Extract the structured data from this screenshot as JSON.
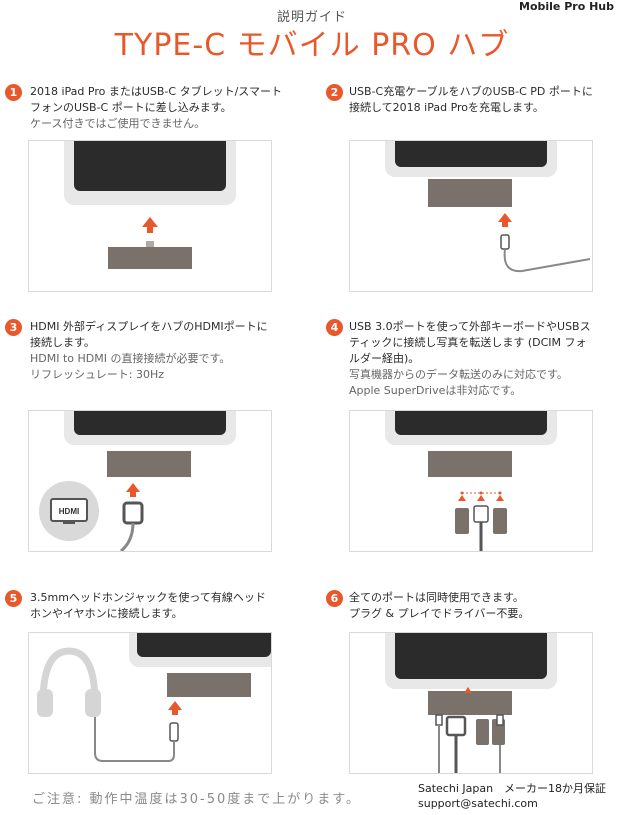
{
  "header": {
    "subtitle": "説明ガイド",
    "product": "Mobile Pro Hub",
    "title": "TYPE-C モバイル PRO ハブ"
  },
  "steps": [
    {
      "num": "1",
      "lines": [
        "2018 iPad Pro またはUSB-C タブレット/スマート",
        "フォンのUSB-C ポートに差し込みます。"
      ],
      "notes": [
        "ケース付きではご使用できません。"
      ]
    },
    {
      "num": "2",
      "lines": [
        "USB-C充電ケーブルをハブのUSB-C PD ポートに",
        "接続して2018 iPad Proを充電します。"
      ],
      "notes": []
    },
    {
      "num": "3",
      "lines": [
        "HDMI 外部ディスプレイをハブのHDMIポートに",
        "接続します。"
      ],
      "notes": [
        "HDMI to HDMI の直接接続が必要です。",
        "リフレッシュレート: 30Hz"
      ]
    },
    {
      "num": "4",
      "lines": [
        "USB 3.0ポートを使って外部キーボードやUSBス",
        "ティックに接続し写真を転送します (DCIM フォ",
        "ルダー経由)。"
      ],
      "notes": [
        "写真機器からのデータ転送のみに対応です。",
        "Apple SuperDriveは非対応です。"
      ]
    },
    {
      "num": "5",
      "lines": [
        "3.5mmヘッドホンジャックを使って有線ヘッド",
        "ホンやイヤホンに接続します。"
      ],
      "notes": []
    },
    {
      "num": "6",
      "lines": [
        "全てのポートは同時使用できます。",
        "プラグ & プレイでドライバー不要。"
      ],
      "notes": []
    }
  ],
  "hdmi_label": "HDMI",
  "footer": {
    "note": "ご注意: 動作中温度は30-50度まで上がります。",
    "company": "Satechi Japan　メーカー18か月保証",
    "email": "support@satechi.com"
  },
  "colors": {
    "accent": "#e8582a",
    "hub": "#7a716b",
    "device": "#2b2b2b"
  }
}
